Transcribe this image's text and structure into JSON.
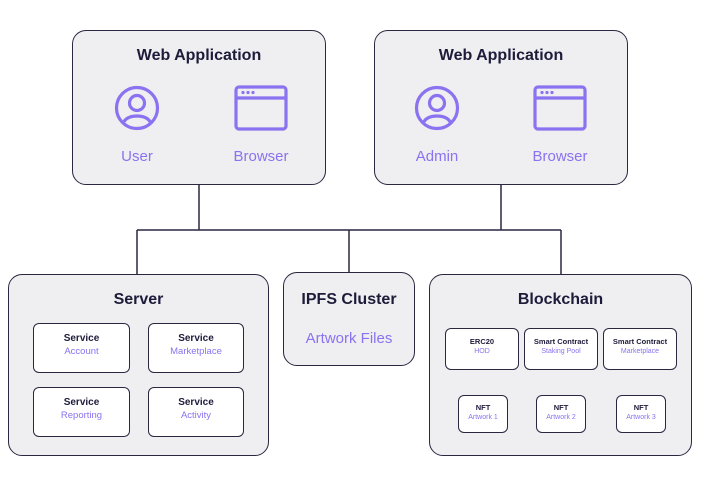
{
  "web_app_user": {
    "title": "Web Application",
    "items": [
      {
        "icon": "user-circle-icon",
        "label": "User"
      },
      {
        "icon": "browser-window-icon",
        "label": "Browser"
      }
    ]
  },
  "web_app_admin": {
    "title": "Web Application",
    "items": [
      {
        "icon": "user-circle-icon",
        "label": "Admin"
      },
      {
        "icon": "browser-window-icon",
        "label": "Browser"
      }
    ]
  },
  "server": {
    "title": "Server",
    "services": [
      {
        "title": "Service",
        "subtitle": "Account"
      },
      {
        "title": "Service",
        "subtitle": "Marketplace"
      },
      {
        "title": "Service",
        "subtitle": "Reporting"
      },
      {
        "title": "Service",
        "subtitle": "Activity"
      }
    ]
  },
  "ipfs": {
    "title": "IPFS Cluster",
    "subtitle": "Artwork Files"
  },
  "blockchain": {
    "title": "Blockchain",
    "contracts": [
      {
        "title": "ERC20",
        "subtitle": "HOD"
      },
      {
        "title": "Smart Contract",
        "subtitle": "Staking Pool"
      },
      {
        "title": "Smart Contract",
        "subtitle": "Marketplace"
      }
    ],
    "nfts": [
      {
        "title": "NFT",
        "subtitle": "Artwork 1"
      },
      {
        "title": "NFT",
        "subtitle": "Artwork 2"
      },
      {
        "title": "NFT",
        "subtitle": "Artwork 3"
      }
    ]
  },
  "colors": {
    "accent": "#8a72f0",
    "panel": "#efeff1",
    "outline": "#2a2740"
  }
}
